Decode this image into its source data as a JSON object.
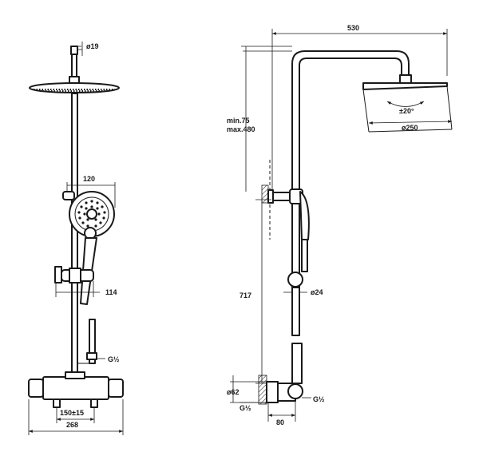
{
  "front_view": {
    "dims": {
      "riser_diameter": "ø19",
      "handshower_width": "120",
      "slider_offset": "114",
      "inlet_thread_right": "G½",
      "inlet_centers": "150±15",
      "total_width": "268"
    }
  },
  "side_view": {
    "dims": {
      "arm_length": "530",
      "height_adjust_line1": "min.75",
      "height_adjust_line2": "max.480",
      "head_tilt": "±20°",
      "head_diameter": "ø250",
      "pipe_diameter": "ø24",
      "mount_height": "717",
      "wall_flange": "ø62",
      "inlet_thread_left": "G½",
      "inlet_thread_right": "G½",
      "depth": "80"
    }
  }
}
